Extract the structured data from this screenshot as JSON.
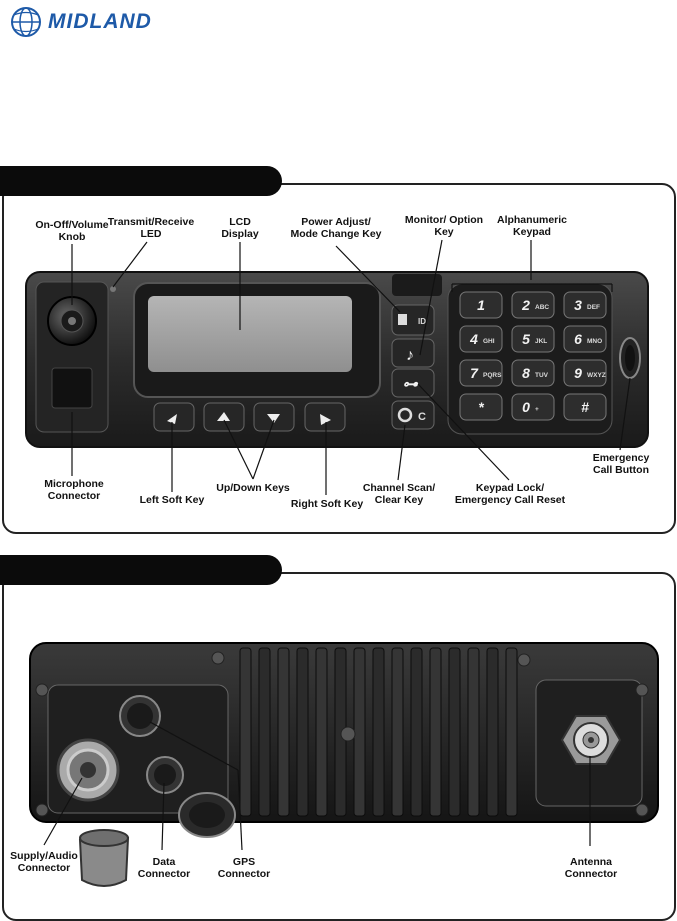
{
  "brand": {
    "name": "MIDLAND"
  },
  "front_view": {
    "labels": {
      "on_off_volume": "On-Off/Volume\nKnob",
      "tx_rx_led": "Transmit/Receive\nLED",
      "lcd_display": "LCD\nDisplay",
      "power_adjust": "Power Adjust/\nMode Change Key",
      "monitor_option": "Monitor/ Option\nKey",
      "alphanumeric_keypad": "Alphanumeric\nKeypad",
      "microphone_connector": "Microphone\nConnector",
      "left_soft_key": "Left Soft Key",
      "up_down_keys": "Up/Down Keys",
      "right_soft_key": "Right Soft Key",
      "channel_scan": "Channel Scan/\nClear Key",
      "keypad_lock": "Keypad Lock/\nEmergency Call Reset",
      "emergency_call": "Emergency\nCall Button"
    },
    "keypad": [
      {
        "main": "1",
        "sub": ""
      },
      {
        "main": "2",
        "sub": "ABC"
      },
      {
        "main": "3",
        "sub": "DEF"
      },
      {
        "main": "4",
        "sub": "GHI"
      },
      {
        "main": "5",
        "sub": "JKL"
      },
      {
        "main": "6",
        "sub": "MNO"
      },
      {
        "main": "7",
        "sub": "PQRS"
      },
      {
        "main": "8",
        "sub": "TUV"
      },
      {
        "main": "9",
        "sub": "WXYZ"
      },
      {
        "main": "*",
        "sub": ""
      },
      {
        "main": "0",
        "sub": "+"
      },
      {
        "main": "#",
        "sub": ""
      }
    ],
    "side_key_glyphs": {
      "power": "ID",
      "monitor": "♪",
      "lock": "⊶",
      "scan": "C"
    }
  },
  "rear_view": {
    "labels": {
      "supply_audio": "Supply/Audio\nConnector",
      "data": "Data\nConnector",
      "gps": "GPS\nConnector",
      "antenna": "Antenna\nConnector"
    }
  }
}
